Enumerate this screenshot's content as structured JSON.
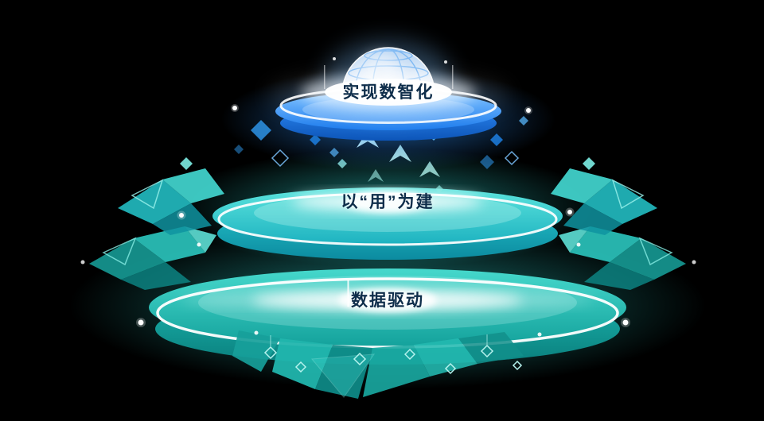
{
  "page": {
    "background": "#000000"
  },
  "diagram": {
    "type": "layered-platform-pyramid",
    "tiers": [
      {
        "id": "top",
        "label": "实现数智化",
        "accent": "#2e8ff7"
      },
      {
        "id": "middle",
        "label": "以“用”为建",
        "accent": "#2cc9cb"
      },
      {
        "id": "bottom",
        "label": "数据驱动",
        "accent": "#1db2aa"
      }
    ],
    "label_color": "#0e2d4a",
    "rim_color": "#ffffff",
    "dome_icon": "globe-dome"
  }
}
